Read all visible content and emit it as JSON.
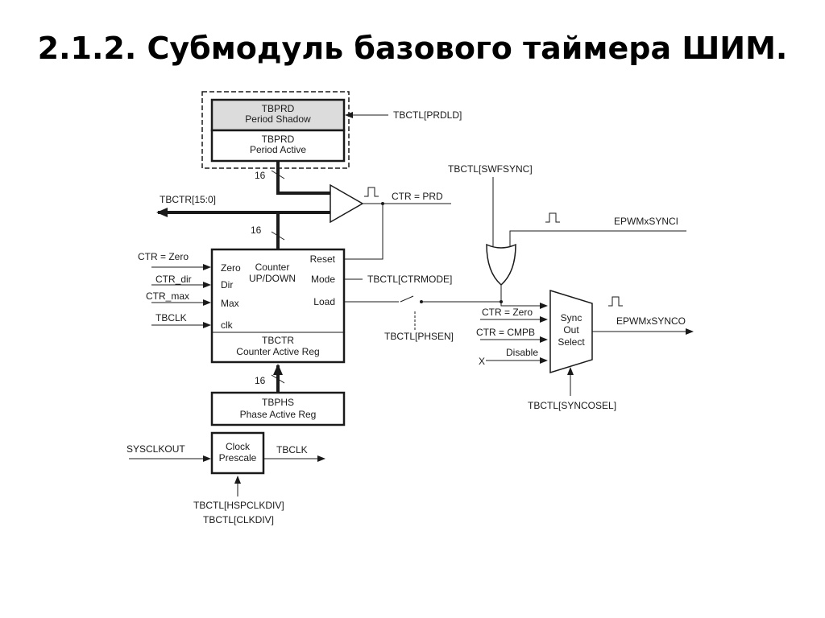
{
  "slide": {
    "title": "2.1.2. Субмодуль базового таймера ШИМ."
  },
  "diagram": {
    "period_shadow": {
      "line1": "TBPRD",
      "line2": "Period Shadow"
    },
    "period_active": {
      "line1": "TBPRD",
      "line2": "Period Active"
    },
    "prdld": "TBCTL[PRDLD]",
    "bus_width_top": "16",
    "tbctr_bus": "TBCTR[15:0]",
    "ctr_prd": "CTR = PRD",
    "bus_width_mid": "16",
    "counter": {
      "title1": "Counter",
      "title2": "UP/DOWN",
      "in_zero": "Zero",
      "in_dir": "Dir",
      "in_max": "Max",
      "in_clk": "clk",
      "out_reset": "Reset",
      "out_mode": "Mode",
      "out_load": "Load",
      "reg1": "TBCTR",
      "reg2": "Counter Active Reg"
    },
    "inputs": {
      "ctr_zero": "CTR = Zero",
      "ctr_dir": "CTR_dir",
      "ctr_max": "CTR_max",
      "tbclk": "TBCLK"
    },
    "ctrmode": "TBCTL[CTRMODE]",
    "phsen": "TBCTL[PHSEN]",
    "swfsync": "TBCTL[SWFSYNC]",
    "synci": "EPWMxSYNCI",
    "synco": "EPWMxSYNCO",
    "mux": {
      "in1": "CTR = Zero",
      "in2": "CTR = CMPB",
      "in3": "Disable",
      "x": "X",
      "label1": "Sync",
      "label2": "Out",
      "label3": "Select"
    },
    "syncosel": "TBCTL[SYNCOSEL]",
    "bus_width_bottom": "16",
    "phase": {
      "line1": "TBPHS",
      "line2": "Phase Active Reg"
    },
    "prescale": {
      "line1": "Clock",
      "line2": "Prescale"
    },
    "sysclkout": "SYSCLKOUT",
    "tbclk_out": "TBCLK",
    "hspclkdiv": "TBCTL[HSPCLKDIV]",
    "clkdiv": "TBCTL[CLKDIV]"
  }
}
